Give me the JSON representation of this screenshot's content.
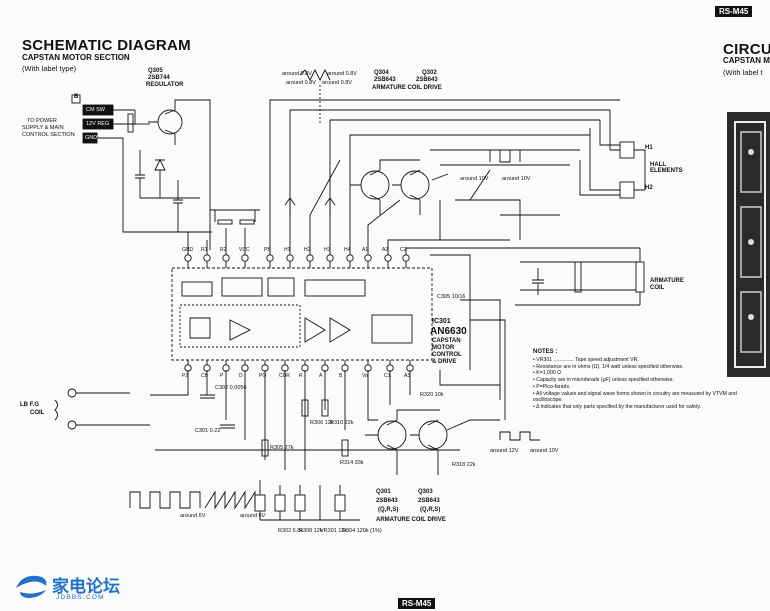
{
  "header": {
    "model_badge": "RS-M45",
    "title": "SCHEMATIC DIAGRAM",
    "subtitle": "CAPSTAN MOTOR SECTION",
    "label_type": "(With label type)"
  },
  "right_panel": {
    "title": "CIRCU",
    "subtitle": "CAPSTAN M",
    "label_type": "(With label t"
  },
  "components": {
    "q305": {
      "ref": "Q305",
      "part": "2SB744",
      "role": "REGULATOR"
    },
    "q304": {
      "ref": "Q304",
      "part": "2SB643"
    },
    "q302": {
      "ref": "Q302",
      "part": "2SB643"
    },
    "armature_top": "ARMATURE COIL DRIVE",
    "q301": {
      "ref": "Q301",
      "part": "2SB643",
      "variant": "(Q,R,S)"
    },
    "q303": {
      "ref": "Q303",
      "part": "2SB643",
      "variant": "(Q,R,S)"
    },
    "armature_bottom": "ARMATURE COIL DRIVE",
    "ic": {
      "ref": "IC301",
      "part": "AN6630",
      "desc1": "CAPSTAN",
      "desc2": "MOTOR",
      "desc3": "CONTROL",
      "desc4": "& DRIVE"
    }
  },
  "labels": {
    "to_power_1": "TO POWER",
    "to_power_2": "SUPPLY & MAIN",
    "to_power_3": "CONTROL SECTION",
    "connector_b": "B",
    "conn_cm_sw": "CM SW",
    "conn_12v": "12V REG",
    "conn_gnd": "GND",
    "hall_1": "HALL",
    "hall_2": "ELEMENTS",
    "h1": "H1",
    "h2": "H2",
    "armature_coil_1": "ARMATURE",
    "armature_coil_2": "COIL",
    "fg_1": "LB F.G",
    "fg_2": "COIL",
    "wave_top_a": "around 0.8V",
    "wave_top_b": "around 0.8V",
    "wave_top_c": "around 0.8V",
    "wave_top_d": "around 0.8V",
    "wave_mid_a": "around 10V",
    "wave_mid_b": "around 10V",
    "wave_bot_a": "around 12V",
    "wave_bot_b": "around 10V",
    "wave_left_a": "around 6V",
    "wave_left_b": "around 6V",
    "res_r302": "R302 6.8k",
    "res_r308": "R308 12k",
    "res_vr301": "VR301 12k",
    "res_r304": "R304 120k (1%)",
    "cap_c302": "C302 0.0056",
    "cap_c301": "C301 0.22",
    "res_r305": "R305 27k",
    "res_r306": "R306 12k",
    "res_r310": "R310 22k",
    "res_r314": "R314 33k",
    "res_r318": "R318 22k",
    "res_r320": "R320 10k",
    "cap_c305": "C305 10/16"
  },
  "pins_top": [
    "GND",
    "R1",
    "R2",
    "VCC",
    "PB",
    "H1",
    "H2",
    "H3",
    "H4",
    "A1",
    "A2",
    "C2"
  ],
  "pins_bottom": [
    "PZ",
    "CB",
    "P",
    "D",
    "PO",
    "CDR",
    "R",
    "A",
    "B",
    "Vo",
    "C1",
    "A3"
  ],
  "notes": {
    "heading": "NOTES :",
    "items": [
      "VR301 .............. Tape speed adjustment VR.",
      "Resistance are in ohms (Ω), 1/4 watt unless specified otherwise.",
      "K=1,000 Ω",
      "Capacity are in microfarads (μF) unless specified otherwise.",
      "P=Pico-farads.",
      "All voltage values and signal wave forms shown in circuitry are measured by VTVM and oscilloscope.",
      "Δ indicates that only parts specified by the manufacturer used for safety."
    ]
  },
  "footer": {
    "model_badge": "RS-M45",
    "watermark_cn": "家电论坛",
    "watermark_url": "JDBBS.COM"
  }
}
